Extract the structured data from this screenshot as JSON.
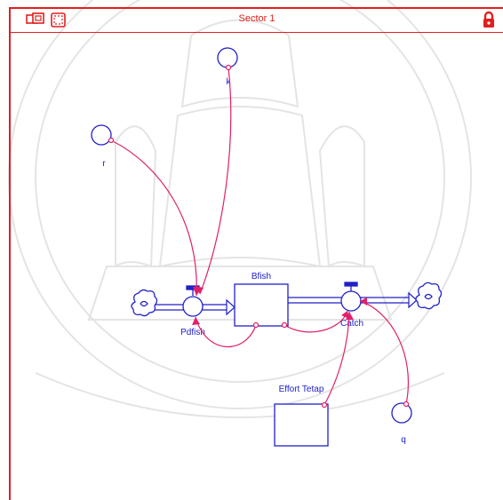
{
  "sector": {
    "title": "Sector 1",
    "icons": [
      "layer-toggle-icon",
      "dashed-select-icon",
      "lock-icon"
    ]
  },
  "model": {
    "stocks": [
      {
        "id": "bfish",
        "label": "Bfish"
      },
      {
        "id": "effort-tetap",
        "label": "Effort Tetap"
      }
    ],
    "flows": [
      {
        "id": "pdfish",
        "label": "Pdfish"
      },
      {
        "id": "catch",
        "label": "Catch"
      }
    ],
    "converters": [
      {
        "id": "r",
        "label": "r"
      },
      {
        "id": "k",
        "label": "k"
      },
      {
        "id": "q",
        "label": "q"
      }
    ],
    "clouds": [
      "source-cloud",
      "sink-cloud"
    ],
    "connectors": [
      {
        "from": "k",
        "to": "pdfish"
      },
      {
        "from": "r",
        "to": "pdfish"
      },
      {
        "from": "bfish",
        "to": "pdfish"
      },
      {
        "from": "bfish",
        "to": "catch"
      },
      {
        "from": "effort-tetap",
        "to": "catch"
      },
      {
        "from": "q",
        "to": "catch"
      }
    ]
  },
  "colors": {
    "diagram_blue": "#2020c8",
    "connector_pink": "#e0206a",
    "sector_red": "#e02020",
    "watermark_gray": "#d8d8d8"
  }
}
